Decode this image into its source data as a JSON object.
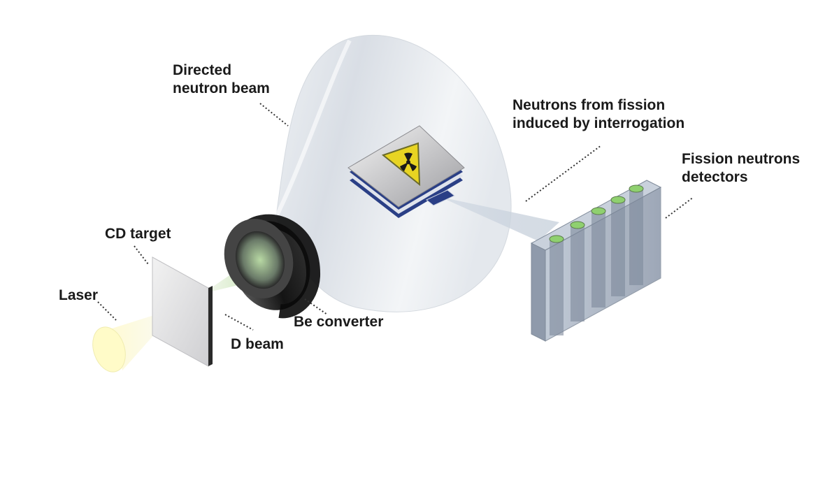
{
  "labels": {
    "laser": "Laser",
    "cd_target": "CD target",
    "d_beam": "D beam",
    "be_converter": "Be converter",
    "directed_beam": [
      "Directed",
      "neutron beam"
    ],
    "fission_neutrons": [
      "Neutrons from fission",
      "induced by interrogation"
    ],
    "detectors": [
      "Fission neutrons",
      "detectors"
    ]
  },
  "colors": {
    "label_text": "#1a1a1a",
    "leader_line": "#333333",
    "neutron_cone": "#dfe4ea",
    "laser_beam": "#fffbc8",
    "d_beam": "#c8e6b4",
    "converter": "#1c1c1c",
    "detector_box": "#aab6c8",
    "detector_tube_top": "#8fd06f",
    "warning_sign": "#e8d422",
    "package_stripe": "#23418f"
  },
  "icons": {
    "warning_sign": "radiation-icon"
  }
}
